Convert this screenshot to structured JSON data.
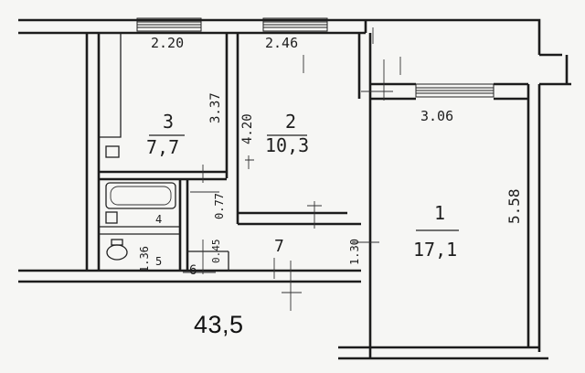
{
  "total_area": "43,5",
  "colors": {
    "ink": "#1c1c1c",
    "paper": "#f6f6f4"
  },
  "rooms": [
    {
      "number": "3",
      "area": "7,7"
    },
    {
      "number": "2",
      "area": "10,3"
    },
    {
      "number": "1",
      "area": "17,1"
    },
    {
      "number": "7"
    },
    {
      "number": "6"
    },
    {
      "number": "4"
    },
    {
      "number": "5"
    }
  ],
  "dimensions": {
    "room3_width": "2.20",
    "room2_width": "2.46",
    "room1_width": "3.06",
    "room3_depth": "3.37",
    "room2_depth": "4.20",
    "room1_depth": "5.58",
    "bath_width": "0.77",
    "wc_width": "1.36",
    "hall_small": "0.45",
    "hall_depth": "1.30"
  }
}
